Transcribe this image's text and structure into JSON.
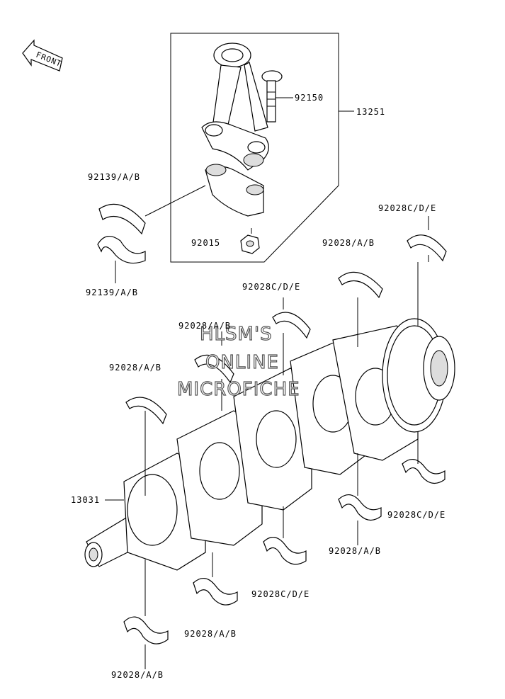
{
  "front_label": "FRONT",
  "watermark": [
    "HLSM'S",
    "ONLINE",
    "MICROFICHE"
  ],
  "callouts": {
    "c92150": "92150",
    "c13251": "13251",
    "c92139a": "92139/A/B",
    "c92139b": "92139/A/B",
    "c92015": "92015",
    "c92028cde_1": "92028C/D/E",
    "c92028ab_1": "92028/A/B",
    "c92028cde_2": "92028C/D/E",
    "c92028ab_2": "92028/A/B",
    "c92028ab_3": "92028/A/B",
    "c13031": "13031",
    "c92028cde_3": "92028C/D/E",
    "c92028ab_4": "92028/A/B",
    "c92028cde_4": "92028C/D/E",
    "c92028ab_5": "92028/A/B",
    "c92028ab_6": "92028/A/B"
  }
}
